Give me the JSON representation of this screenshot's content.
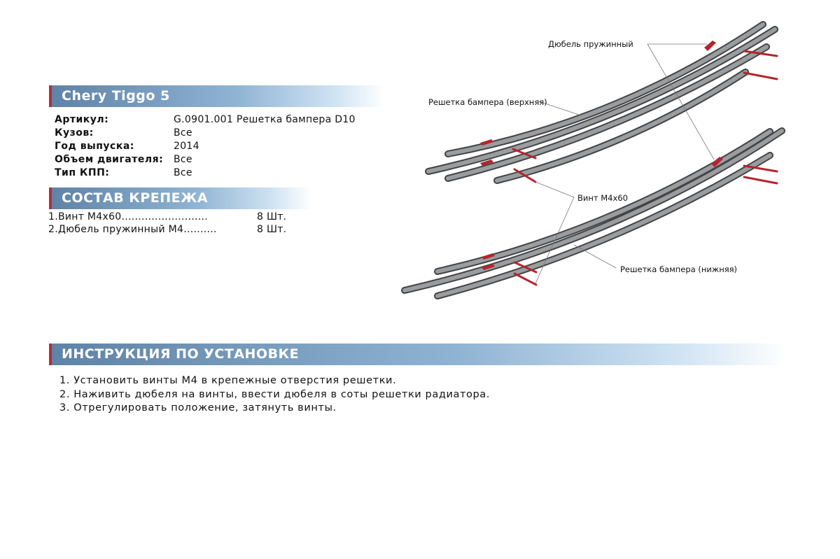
{
  "header": {
    "title": "Chery Tiggo 5"
  },
  "specs": [
    {
      "label": "Артикул:",
      "value": "G.0901.001 Решетка бампера D10"
    },
    {
      "label": "Кузов:",
      "value": "Все"
    },
    {
      "label": "Год выпуска:",
      "value": "2014"
    },
    {
      "label": "Объем двигателя:",
      "value": "Все"
    },
    {
      "label": "Тип КПП:",
      "value": "Все"
    }
  ],
  "fasteners": {
    "title": "СОСТАВ КРЕПЕЖА",
    "items": [
      {
        "name": "1.Винт М4х60..........................",
        "qty": "8 Шт."
      },
      {
        "name": "2.Дюбель пружинный М4..........",
        "qty": "8 Шт."
      }
    ]
  },
  "diagram": {
    "labels": {
      "dowel": "Дюбель пружинный",
      "upper": "Решетка бампера (верхняя)",
      "screw": "Винт М4х60",
      "lower": "Решетка бампера (нижняя)"
    },
    "colors": {
      "tube": "#8a8d90",
      "fastener": "#b3262c"
    }
  },
  "instructions": {
    "title": "ИНСТРУКЦИЯ ПО УСТАНОВКЕ",
    "steps": [
      "1. Установить винты М4 в крепежные отверстия решетки.",
      "2. Наживить дюбеля на винты, ввести дюбеля в соты решетки радиатора.",
      "3. Отрегулировать положение, затянуть винты."
    ]
  }
}
